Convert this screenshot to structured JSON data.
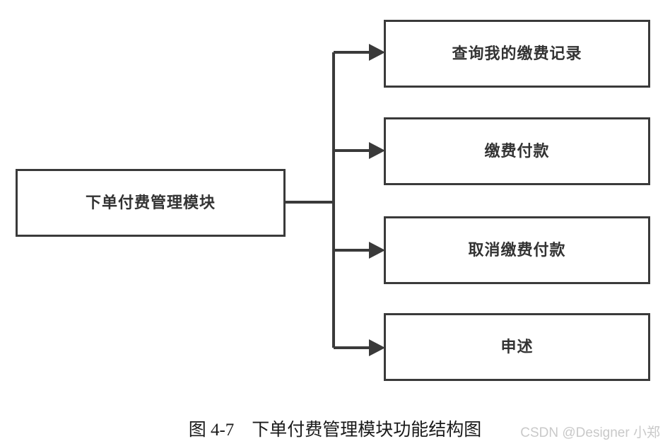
{
  "diagram": {
    "type": "tree",
    "orientation": "left-to-right",
    "root": {
      "id": "root",
      "label": "下单付费管理模块"
    },
    "children": [
      {
        "id": "child-0",
        "label": "查询我的缴费记录"
      },
      {
        "id": "child-1",
        "label": "缴费付款"
      },
      {
        "id": "child-2",
        "label": "取消缴费付款"
      },
      {
        "id": "child-3",
        "label": "申述"
      }
    ],
    "edges": [
      {
        "from": "root",
        "to": "child-0",
        "arrow": "triangle"
      },
      {
        "from": "root",
        "to": "child-1",
        "arrow": "triangle"
      },
      {
        "from": "root",
        "to": "child-2",
        "arrow": "triangle"
      },
      {
        "from": "root",
        "to": "child-3",
        "arrow": "triangle"
      }
    ],
    "colors": {
      "border": "#3a3a3a",
      "text": "#333333",
      "background": "#ffffff",
      "connector": "#3a3a3a",
      "caption": "#1a1a1a",
      "watermark": "#c9c9c9"
    }
  },
  "caption": {
    "text": "图 4-7　下单付费管理模块功能结构图"
  },
  "watermark": {
    "text": "CSDN @Designer 小郑"
  }
}
